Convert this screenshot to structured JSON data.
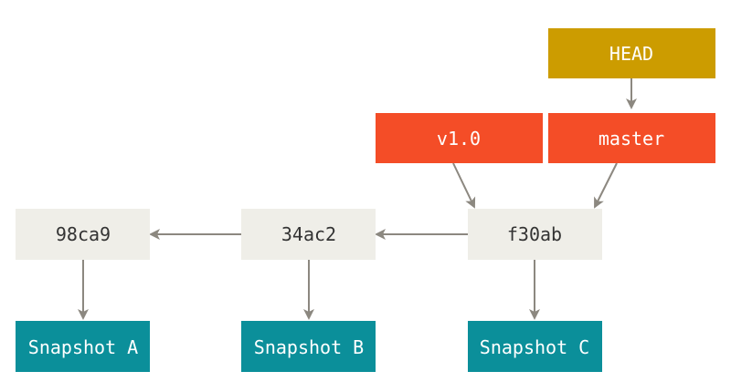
{
  "colors": {
    "commit_fill": "#efeee8",
    "snapshot_fill": "#0b8f9a",
    "branch_fill": "#f44d27",
    "head_fill": "#cc9c00",
    "arrow": "#8c8880",
    "text_dark": "#333333",
    "text_light": "#ffffff"
  },
  "head": {
    "label": "HEAD"
  },
  "tags": {
    "v1_label": "v1.0"
  },
  "branches": {
    "master_label": "master"
  },
  "commits": [
    {
      "label": "98ca9"
    },
    {
      "label": "34ac2"
    },
    {
      "label": "f30ab"
    }
  ],
  "snapshots": [
    {
      "label": "Snapshot A"
    },
    {
      "label": "Snapshot B"
    },
    {
      "label": "Snapshot C"
    }
  ]
}
